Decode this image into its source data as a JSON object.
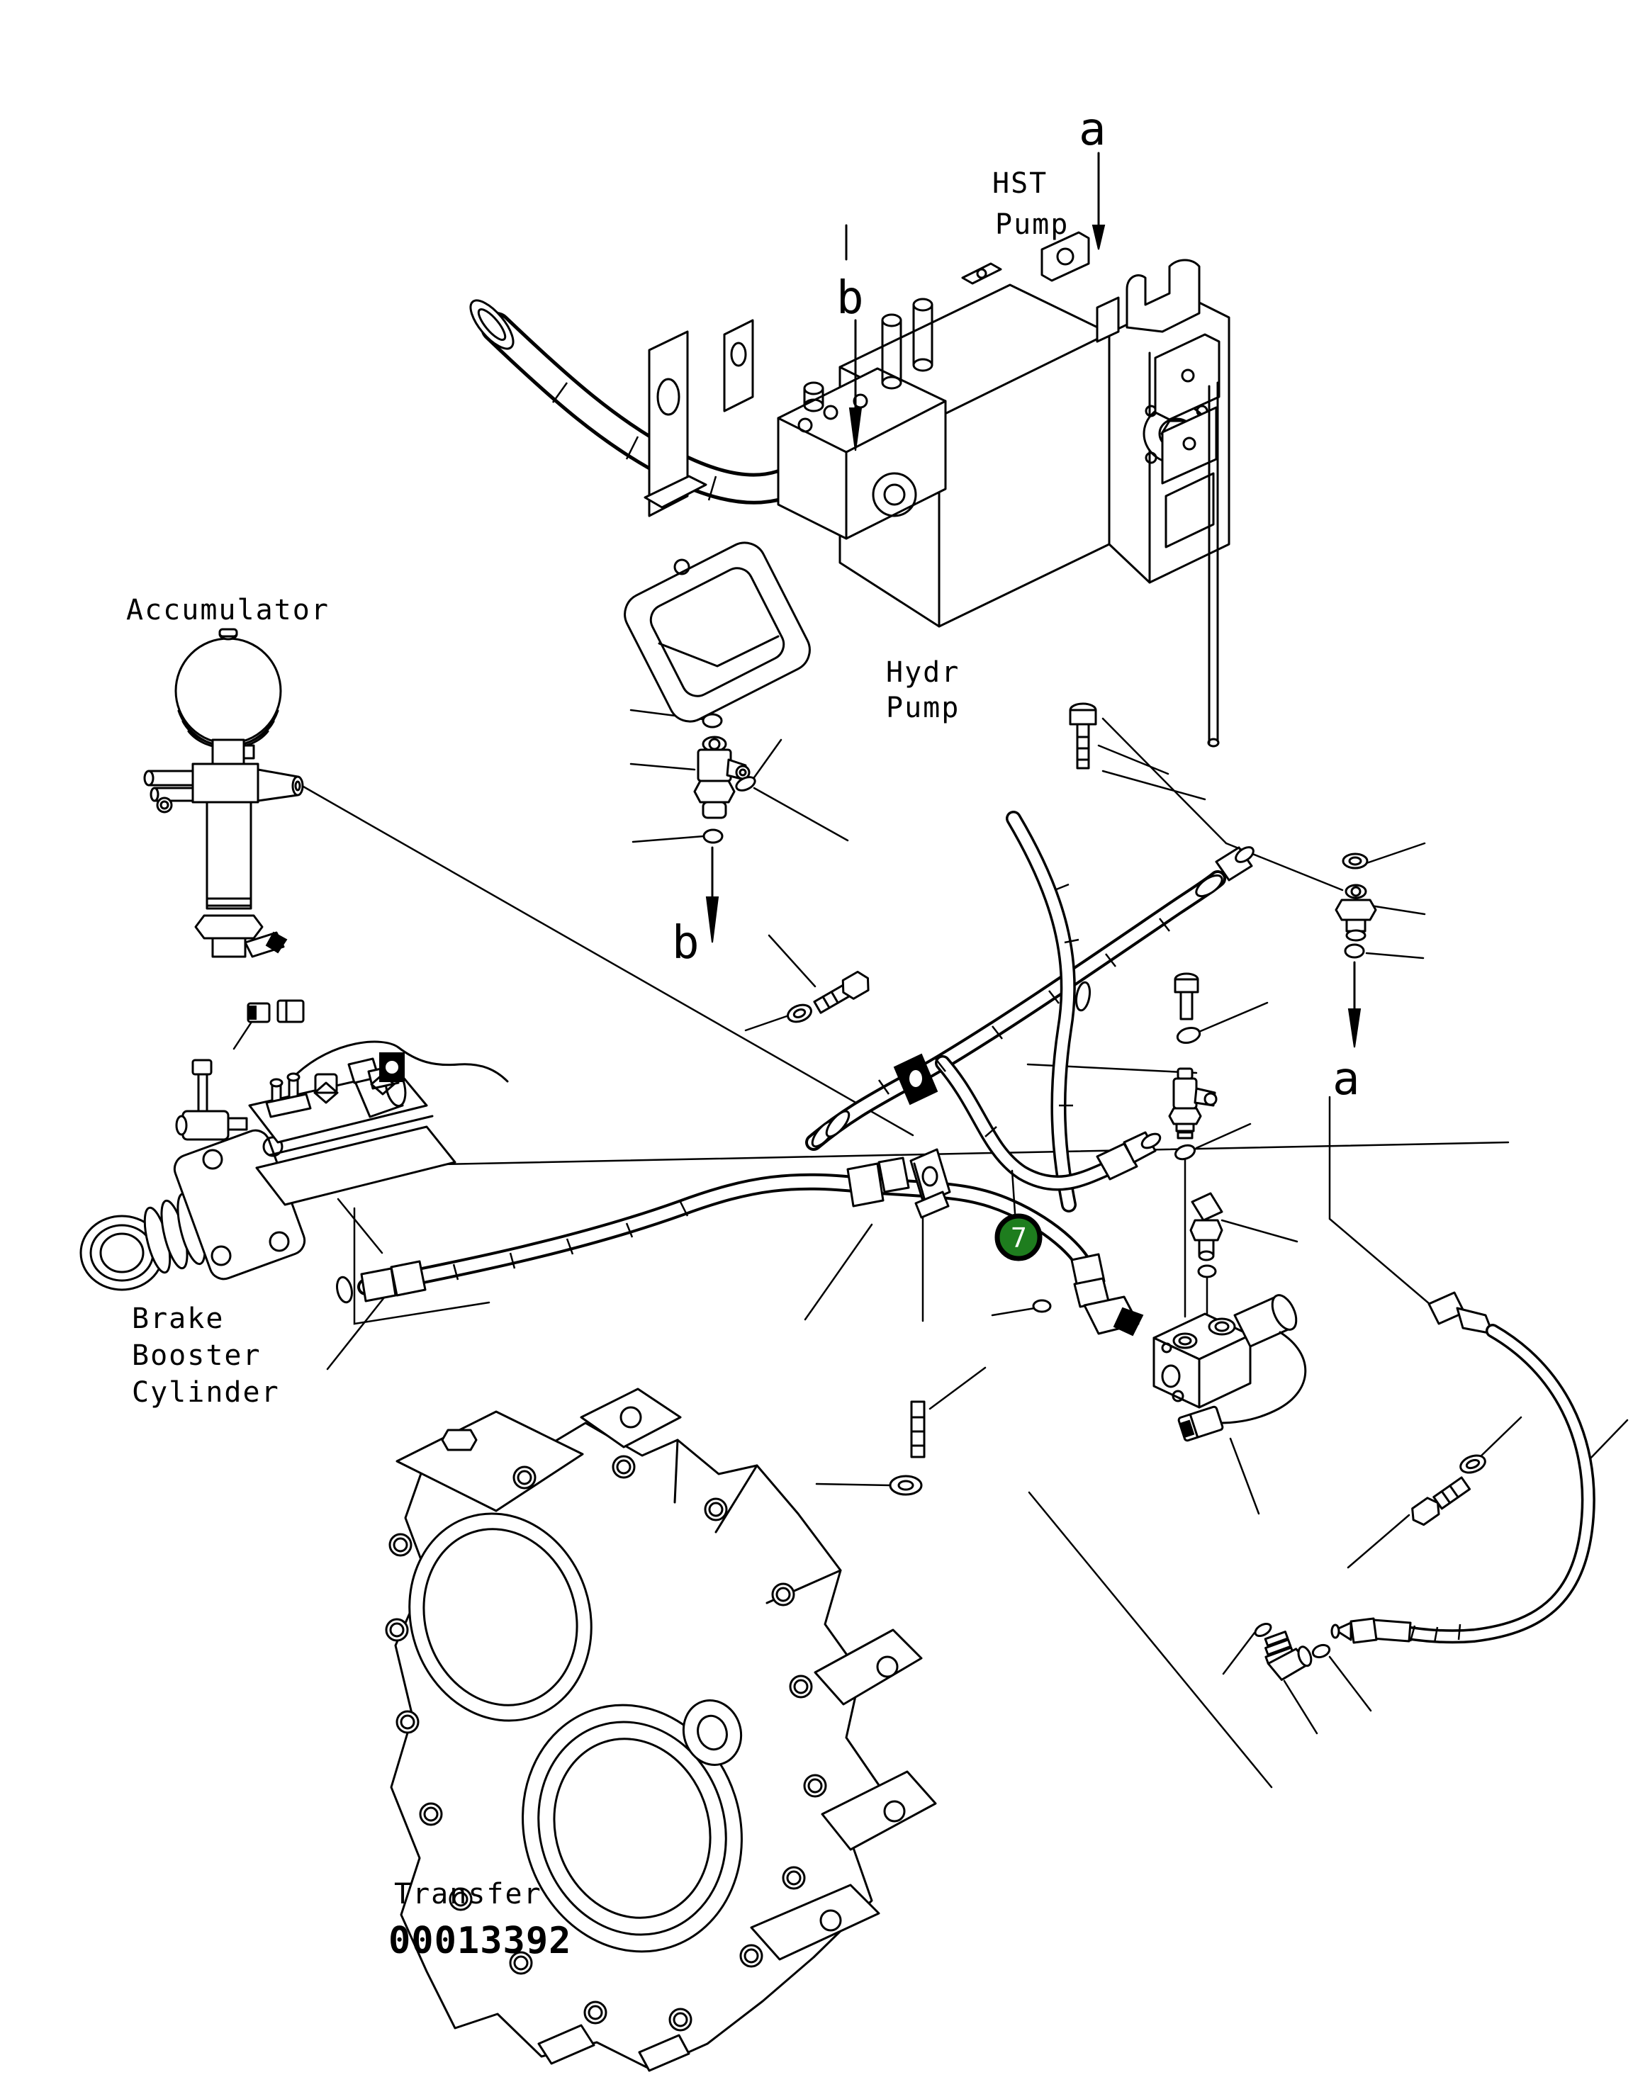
{
  "figure": {
    "labels": {
      "accumulator": "Accumulator",
      "hst_pump": [
        "HST",
        "Pump"
      ],
      "hydr_pump": [
        "Hydr",
        "Pump"
      ],
      "brake_booster_cylinder": [
        "Brake",
        "Booster",
        "Cylinder"
      ],
      "transfer": "Transfer",
      "figure_number": "00013392"
    },
    "section_markers": {
      "top_a": "a",
      "top_b": "b",
      "mid_b": "b",
      "mid_a": "a"
    },
    "callout": {
      "number": "7",
      "fill": "#1e7d1e",
      "border": "#000000",
      "text_color": "#ffffff"
    },
    "colors": {
      "line": "#000000",
      "background": "#ffffff"
    }
  }
}
